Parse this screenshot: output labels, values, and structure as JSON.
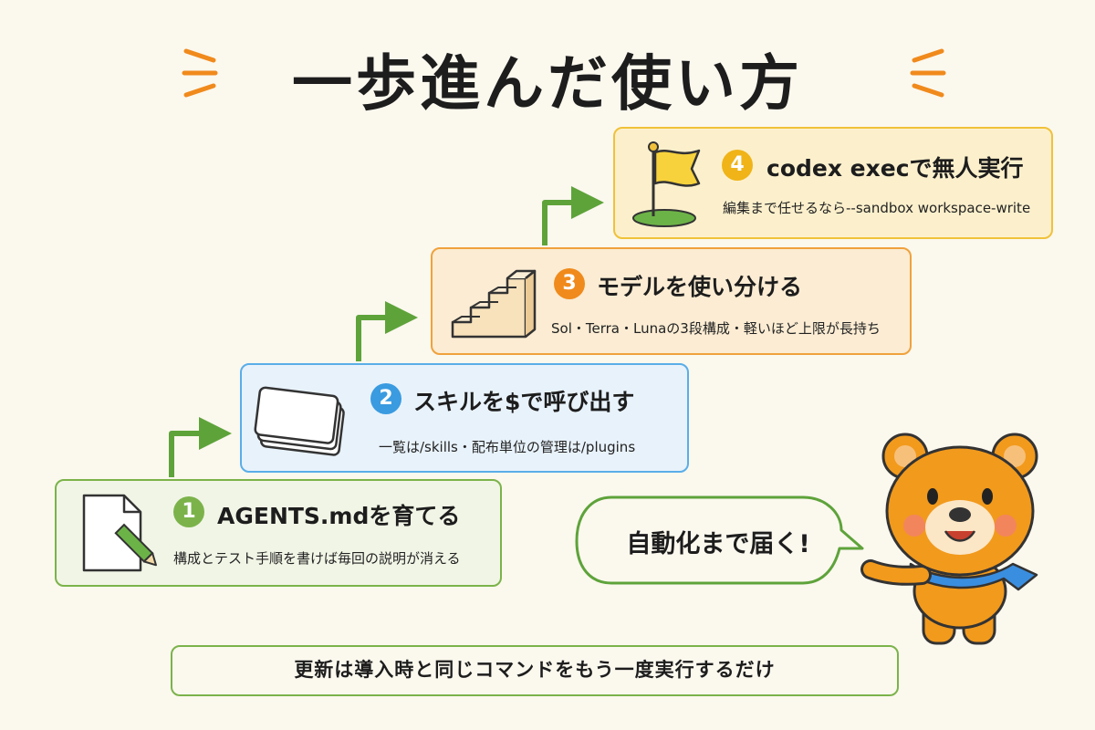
{
  "title": "一歩進んだ使い方",
  "steps": [
    {
      "number": "1",
      "title": "AGENTS.mdを育てる",
      "description": "構成とテスト手順を書けば毎回の説明が消える",
      "icon": "document-pencil-icon",
      "color": "#7bb34a"
    },
    {
      "number": "2",
      "title": "スキルを$で呼び出す",
      "description": "一覧は/skills・配布単位の管理は/plugins",
      "icon": "cards-stack-icon",
      "color": "#3a9be0"
    },
    {
      "number": "3",
      "title": "モデルを使い分ける",
      "description": "Sol・Terra・Lunaの3段構成・軽いほど上限が長持ち",
      "icon": "stairs-icon",
      "color": "#f08a1c"
    },
    {
      "number": "4",
      "title": "codex execで無人実行",
      "description": "編集まで任せるなら--sandbox workspace-write",
      "icon": "goal-flag-icon",
      "color": "#f0b418"
    }
  ],
  "speech_bubble": "自動化まで届く!",
  "footer": "更新は導入時と同じコマンドをもう一度実行するだけ",
  "mascot": "bear-mascot-icon",
  "colors": {
    "background": "#fbf8ee",
    "accent_orange": "#f08a1c",
    "arrow_green": "#5ea33a"
  }
}
